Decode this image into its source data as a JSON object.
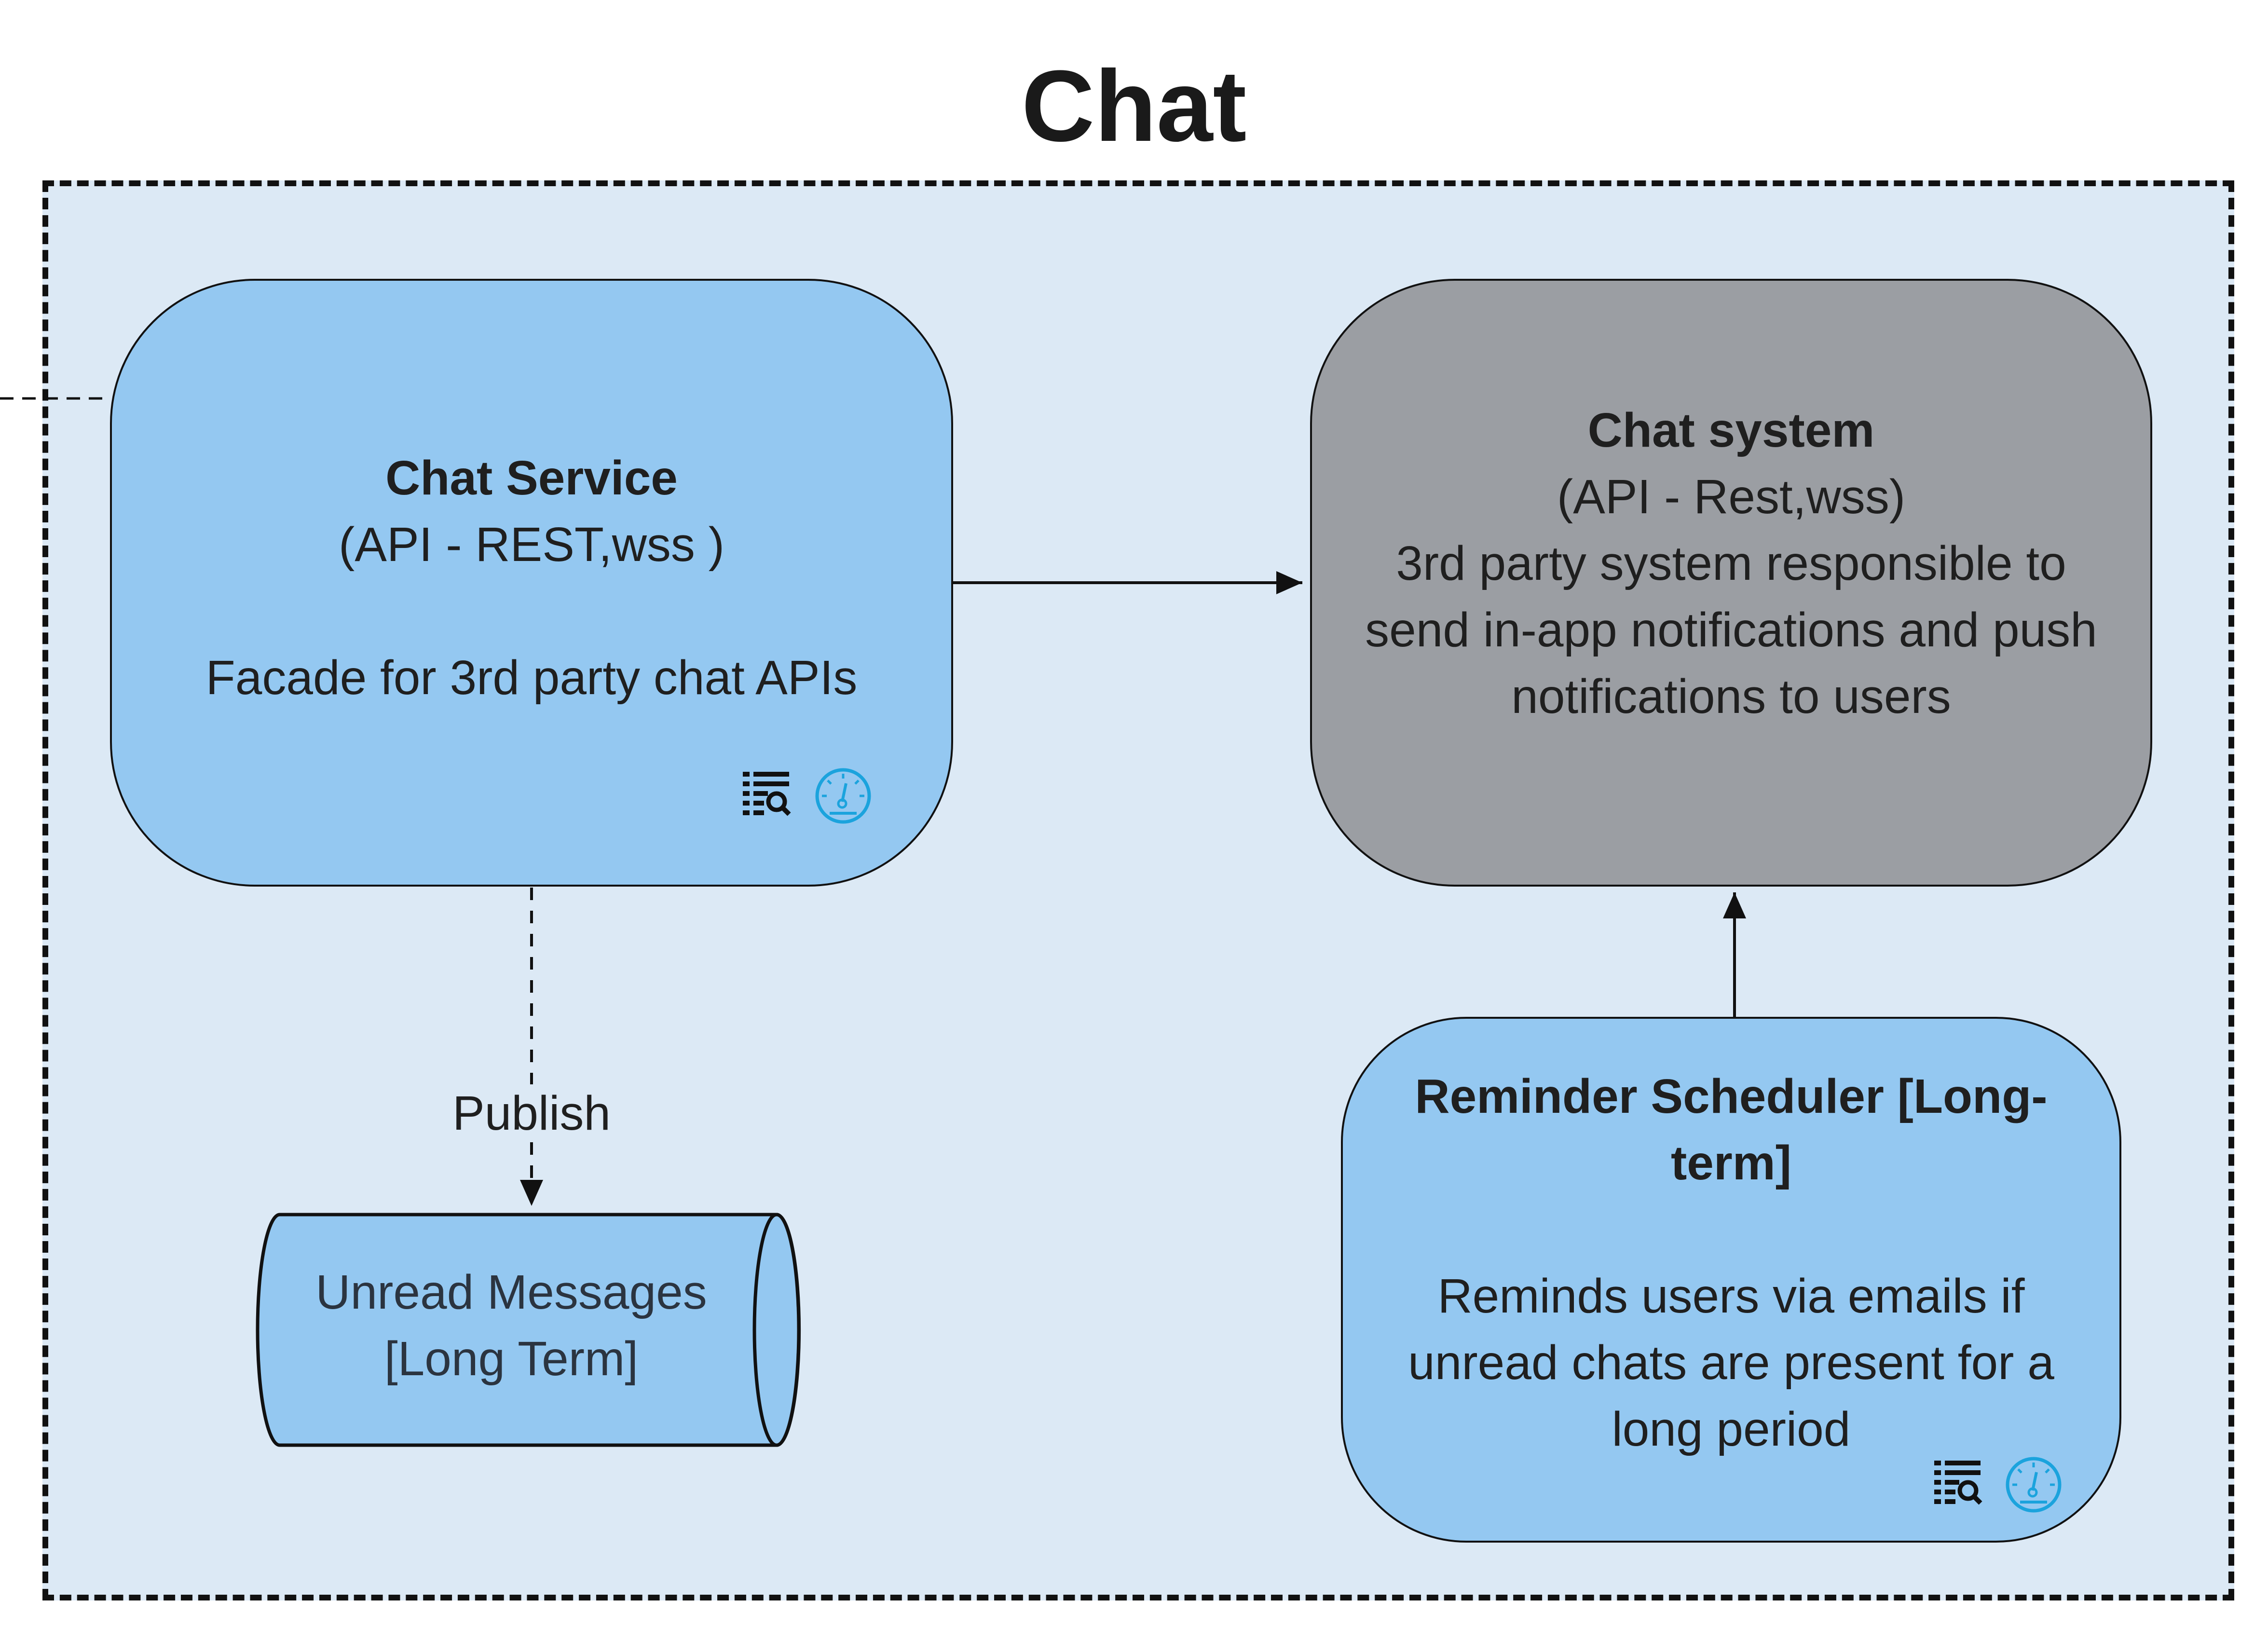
{
  "title": "Chat",
  "nodes": {
    "chat_service": {
      "name": "Chat Service",
      "tech": "(API - REST,wss )",
      "description": "Facade for 3rd party chat APIs",
      "icons": [
        "logs-search-icon",
        "dashboard-gauge-icon"
      ]
    },
    "chat_system": {
      "name": "Chat system",
      "tech": "(API - Rest,wss)",
      "description_lines": [
        "3rd party system responsible to",
        "send in-app notifications and push",
        "notifications to users"
      ]
    },
    "reminder_scheduler": {
      "name_lines": [
        "Reminder Scheduler [Long-",
        "term]"
      ],
      "description_lines": [
        "Reminds users via emails if",
        "unread chats are present for a",
        "long period"
      ],
      "icons": [
        "logs-search-icon",
        "dashboard-gauge-icon"
      ]
    },
    "unread_messages": {
      "lines": [
        "Unread Messages",
        "[Long Term]"
      ]
    }
  },
  "edges": {
    "publish_label": "Publish"
  },
  "colors": {
    "boundary_fill": "#dce9f5",
    "container_blue": "#94c8f1",
    "external_grey": "#9b9ea3",
    "icon_accent": "#1ba3dd"
  }
}
